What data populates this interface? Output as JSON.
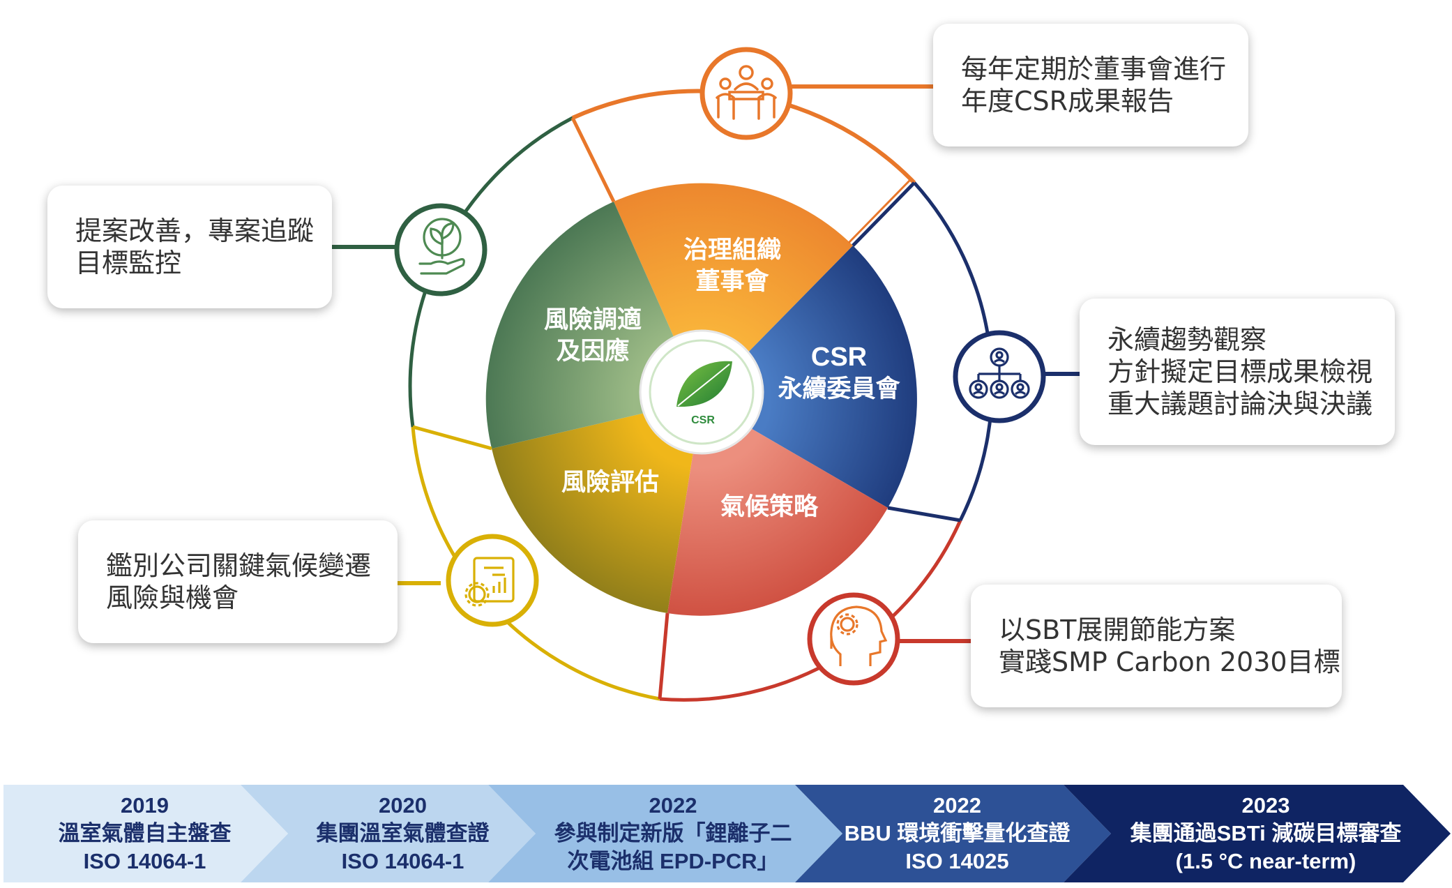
{
  "center": {
    "logo_text": "CSR"
  },
  "segments": [
    {
      "id": "governance",
      "lines": [
        "治理組織",
        "董事會"
      ],
      "color_light": "#F7A72C",
      "color_dark": "#E8772A"
    },
    {
      "id": "csr-committee",
      "lines": [
        "CSR",
        "永續委員會"
      ],
      "color_light": "#3D6DB5",
      "color_dark": "#112A6B"
    },
    {
      "id": "climate-strategy",
      "lines": [
        "氣候策略"
      ],
      "color_light": "#E07060",
      "color_dark": "#C0392B"
    },
    {
      "id": "risk-assessment",
      "lines": [
        "風險評估"
      ],
      "color_light": "#E6AE10",
      "color_dark": "#6E6A1A"
    },
    {
      "id": "risk-adaptation",
      "lines": [
        "風險調適",
        "及因應"
      ],
      "color_light": "#8DAF78",
      "color_dark": "#2F6042"
    }
  ],
  "callouts": [
    {
      "id": "governance",
      "lines": [
        "每年定期於董事會進行",
        "年度CSR成果報告"
      ],
      "color": "#E8772A",
      "icon": "meeting-icon"
    },
    {
      "id": "csr-committee",
      "lines": [
        "永續趨勢觀察",
        "方針擬定目標成果檢視",
        "重大議題討論決與決議"
      ],
      "color": "#1B2F6B",
      "icon": "org-chart-icon"
    },
    {
      "id": "climate-strategy",
      "lines": [
        "以SBT展開節能方案",
        "實踐SMP Carbon 2030目標"
      ],
      "color": "#C8392C",
      "icon": "head-gear-icon"
    },
    {
      "id": "risk-assessment",
      "lines": [
        "鑑別公司關鍵氣候變遷",
        "風險與機會"
      ],
      "color": "#D9B005",
      "icon": "report-gear-icon"
    },
    {
      "id": "risk-adaptation",
      "lines": [
        "提案改善，專案追蹤",
        "目標監控"
      ],
      "color": "#2F6042",
      "icon": "hand-plant-icon"
    }
  ],
  "timeline": [
    {
      "year": "2019",
      "lines": [
        "溫室氣體自主盤查",
        "ISO 14064-1"
      ],
      "color": "#DCEAF7",
      "text_color": "#1B2F6B"
    },
    {
      "year": "2020",
      "lines": [
        "集團溫室氣體查證",
        "ISO 14064-1"
      ],
      "color": "#BCD6EF",
      "text_color": "#1B2F6B"
    },
    {
      "year": "2022",
      "lines": [
        "參與制定新版「鋰離子二",
        "次電池組 EPD-PCR」"
      ],
      "color": "#98BFE6",
      "text_color": "#1B2F6B"
    },
    {
      "year": "2022",
      "lines": [
        "BBU 環境衝擊量化查證",
        "ISO 14025"
      ],
      "color": "#2D5196",
      "text_color": "#FFFFFF"
    },
    {
      "year": "2023",
      "lines": [
        "集團通過SBTi 減碳目標審查",
        "(1.5 °C near-term)"
      ],
      "color": "#0F2463",
      "text_color": "#FFFFFF"
    }
  ]
}
